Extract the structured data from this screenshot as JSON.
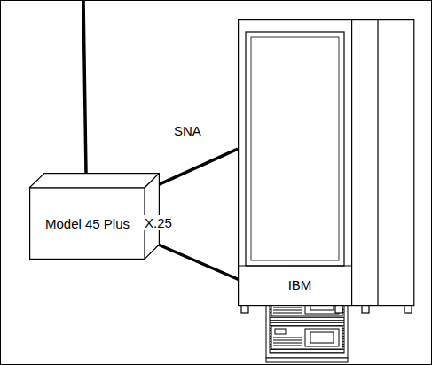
{
  "diagram": {
    "nodes": [
      {
        "text": [
          "Model 45 Plus"
        ]
      },
      {
        "text": [
          "IBM"
        ]
      }
    ],
    "edges": [
      {
        "from": 0,
        "to": 1,
        "label": "SNA",
        "arrow": "none"
      }
    ],
    "labels": [
      "X.25"
    ]
  }
}
